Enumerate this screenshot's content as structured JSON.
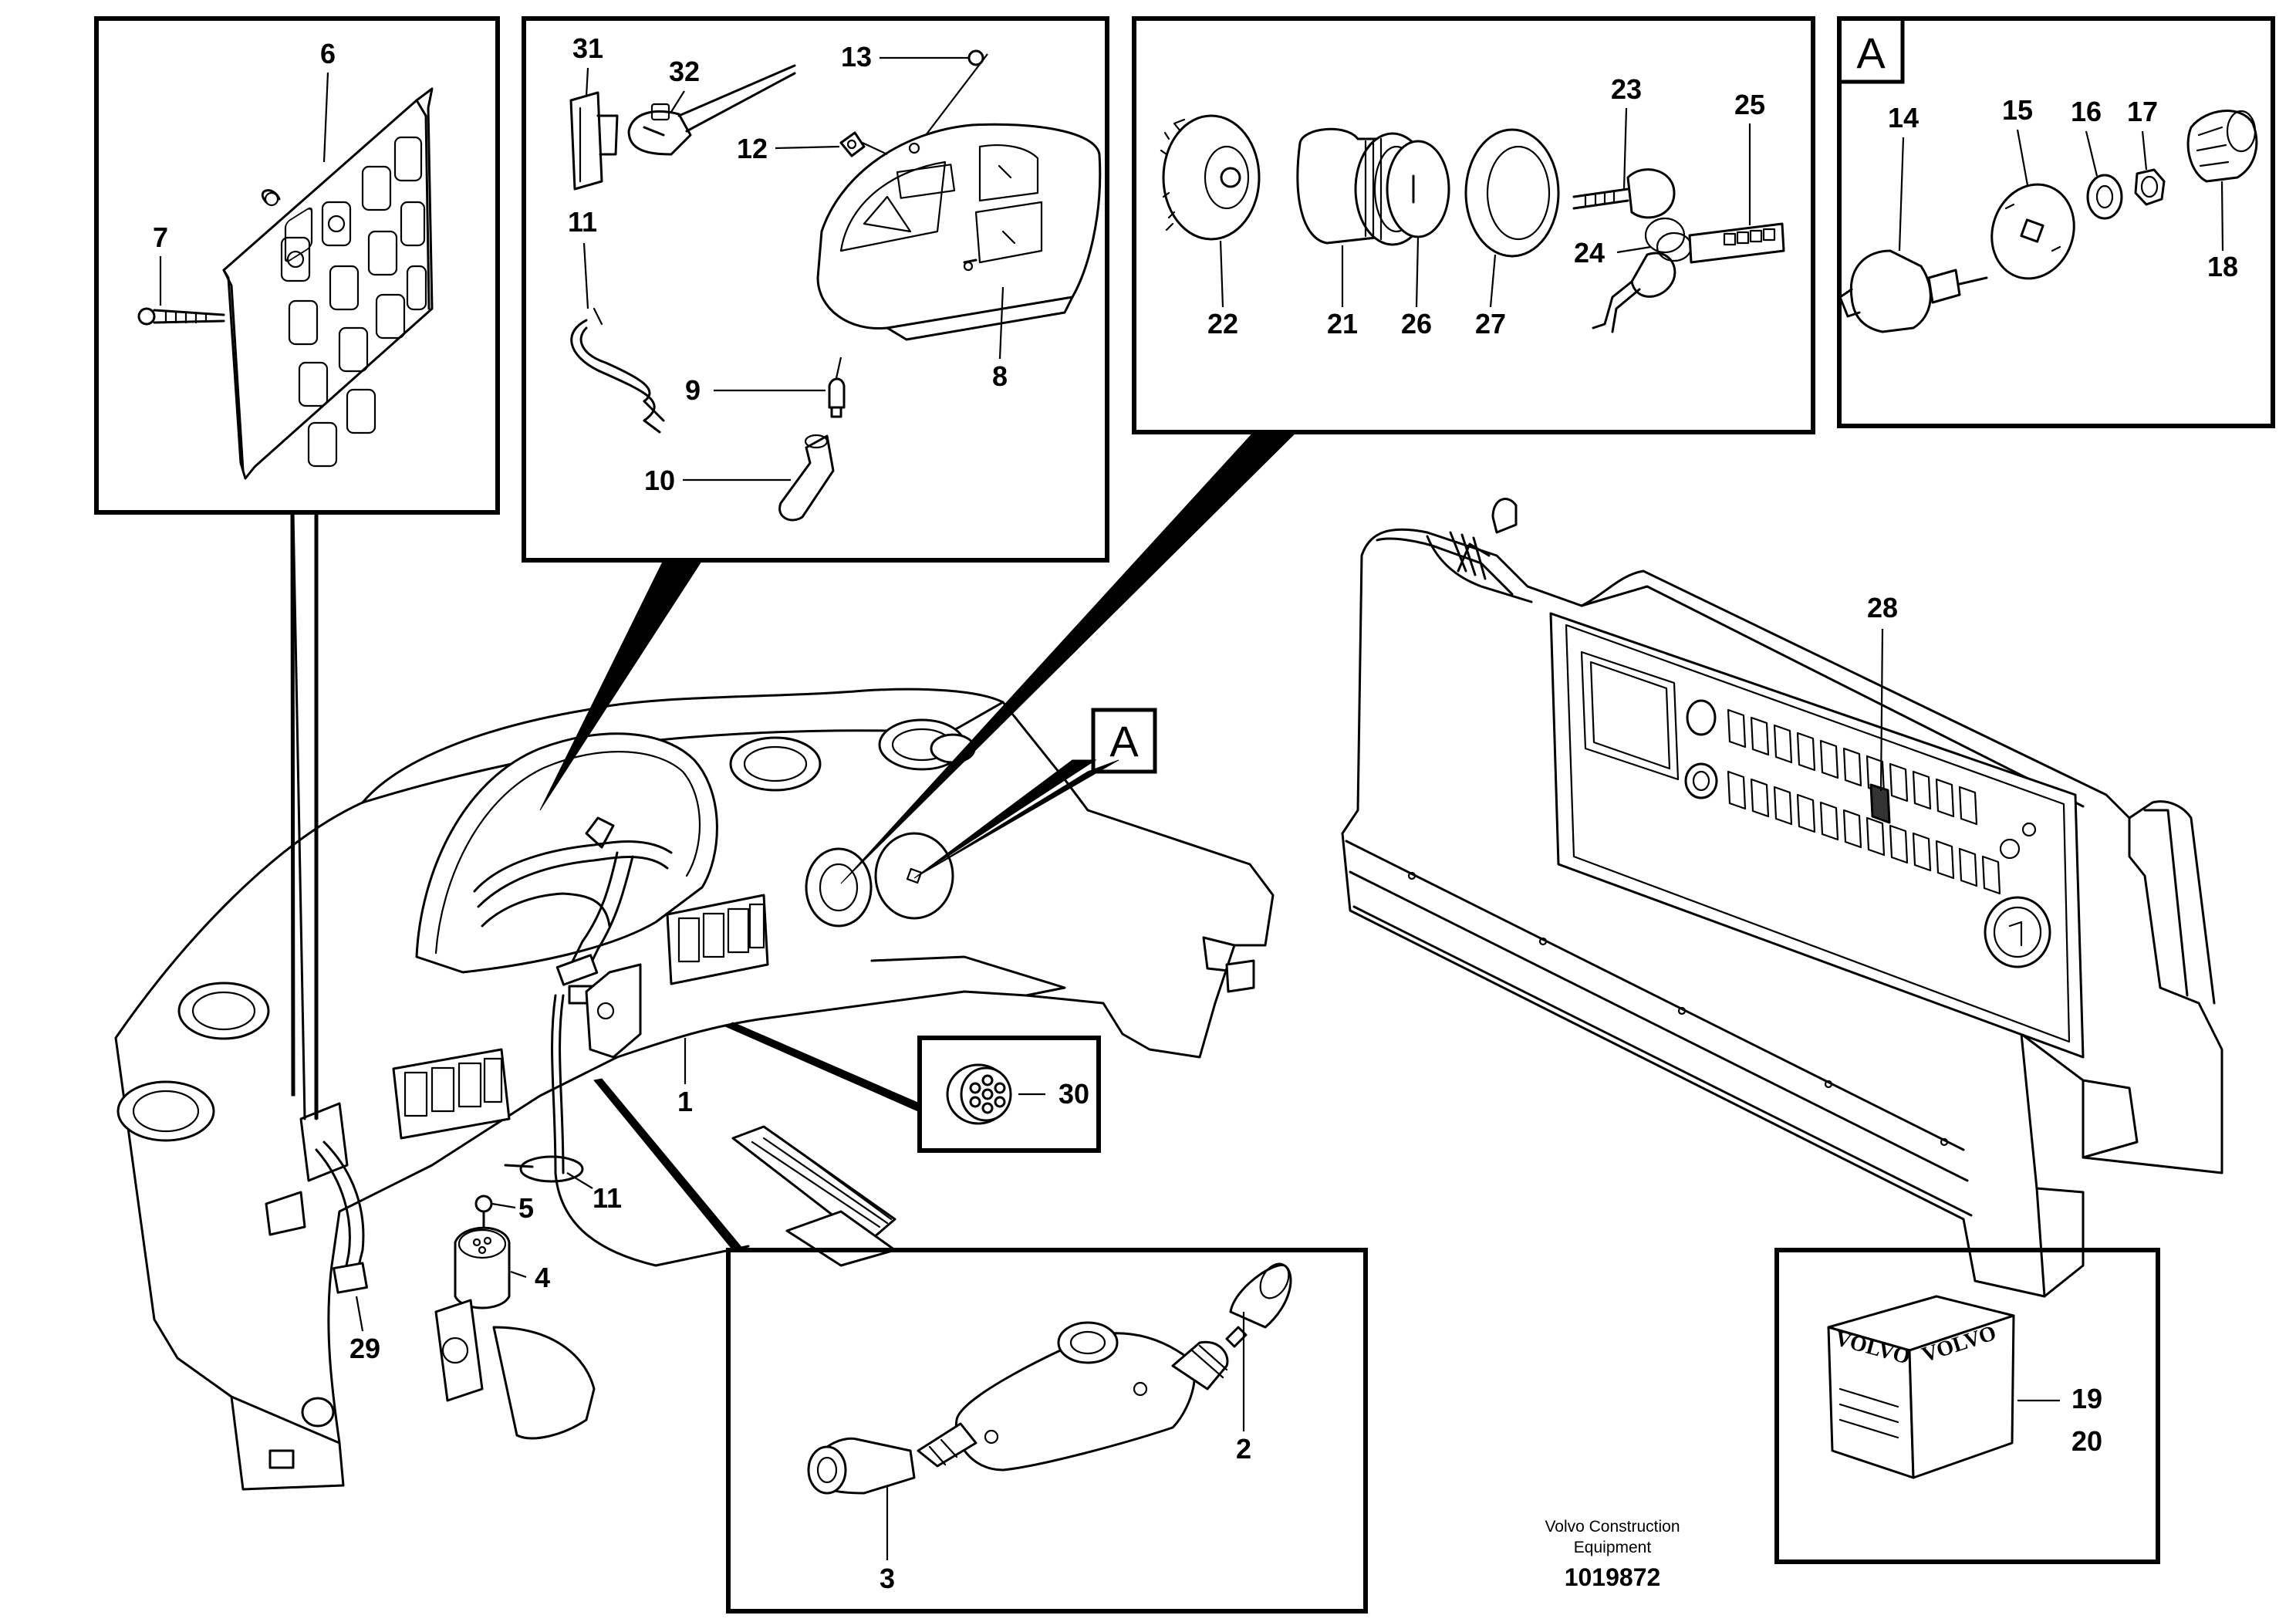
{
  "labels": {
    "l1": "1",
    "l2": "2",
    "l3": "3",
    "l4": "4",
    "l5": "5",
    "l6": "6",
    "l7": "7",
    "l8": "8",
    "l9": "9",
    "l10": "10",
    "l11a": "11",
    "l11b": "11",
    "l12": "12",
    "l13": "13",
    "l14": "14",
    "l15": "15",
    "l16": "16",
    "l17": "17",
    "l18": "18",
    "l19": "19",
    "l20": "20",
    "l21": "21",
    "l22": "22",
    "l23": "23",
    "l24": "24",
    "l25": "25",
    "l26": "26",
    "l27": "27",
    "l28": "28",
    "l29": "29",
    "l30": "30",
    "l31": "31",
    "l32": "32"
  },
  "reference_letters": {
    "detail_box": "A",
    "dashboard_ref": "A"
  },
  "brand_box": {
    "logo_left": "VOLVO",
    "logo_right": "VOLVO"
  },
  "footer": {
    "company_line1": "Volvo Construction",
    "company_line2": "Equipment",
    "document_number": "1019872"
  },
  "icons": [
    "dashboard-panel",
    "instrument-cluster",
    "ignition-switch",
    "rotary-switch",
    "switch-panel",
    "gear-selector",
    "connector-plug",
    "parts-kit-box"
  ]
}
